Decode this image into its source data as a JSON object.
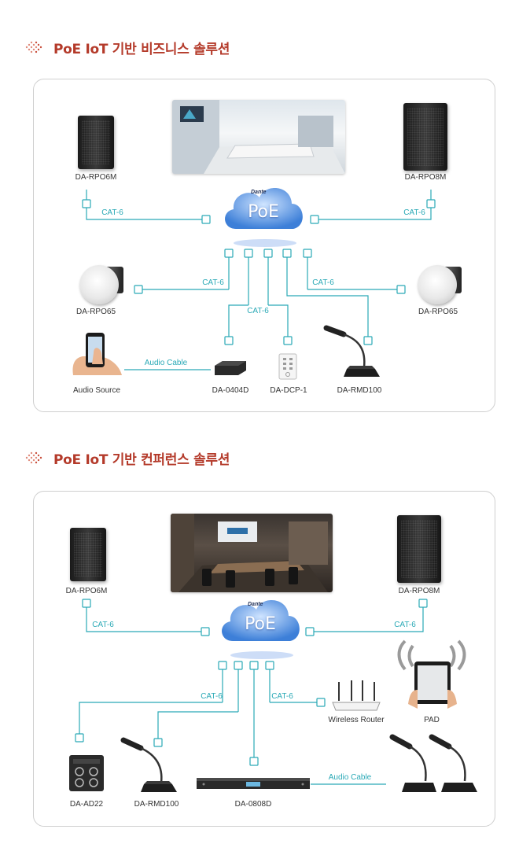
{
  "section1": {
    "title": "PoE IoT 기반 비즈니스 솔루션",
    "cloud": {
      "text": "PoE",
      "brand": "Dante"
    },
    "devices": {
      "speaker_left": "DA-RPO6M",
      "speaker_right": "DA-RPO8M",
      "ceiling_left": "DA-RPO65",
      "ceiling_right": "DA-RPO65",
      "audio_source": "Audio Source",
      "interface": "DA-0404D",
      "control_panel": "DA-DCP-1",
      "microphone": "DA-RMD100"
    },
    "cables": {
      "cat_top_left": "CAT-6",
      "cat_top_right": "CAT-6",
      "cat_mid_left": "CAT-6",
      "cat_mid_right": "CAT-6",
      "cat_lower": "CAT-6",
      "audio_cable": "Audio Cable"
    }
  },
  "section2": {
    "title": "PoE IoT 기반 컨퍼런스 솔루션",
    "cloud": {
      "text": "PoE",
      "brand": "Dante"
    },
    "devices": {
      "speaker_left": "DA-RPO6M",
      "speaker_right": "DA-RPO8M",
      "router": "Wireless Router",
      "pad": "PAD",
      "wall_plate": "DA-AD22",
      "microphone": "DA-RMD100",
      "rack_unit": "DA-0808D"
    },
    "cables": {
      "cat_top_left": "CAT-6",
      "cat_top_right": "CAT-6",
      "cat_mid_left": "CAT-6",
      "cat_mid_right": "CAT-6",
      "audio_cable": "Audio Cable"
    }
  },
  "colors": {
    "title": "#b43a2a",
    "cable": "#2aa9b6",
    "cloud": "#4f8fe0"
  }
}
